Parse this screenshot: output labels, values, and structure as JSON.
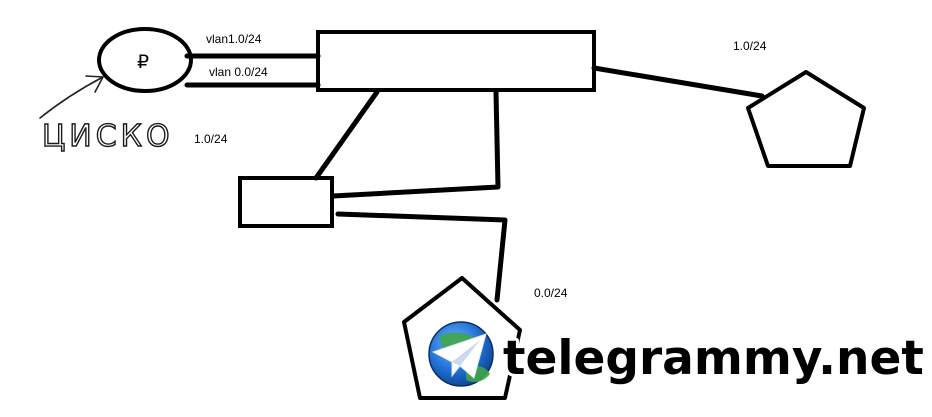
{
  "diagram": {
    "labels": {
      "vlan_upper": "vlan1.0/24",
      "vlan_lower": "vlan 0.0/24",
      "left_subnet": "1.0/24",
      "right_subnet": "1.0/24",
      "bottom_subnet": "0.0/24"
    },
    "handwritten_note": "ЦИСКО",
    "client_mark": "₽"
  },
  "watermark": {
    "text": "telegrammy.net",
    "logo_colors": {
      "globe_blue": "#1f6fd1",
      "globe_green": "#3fa64a",
      "plane": "#ffffff"
    }
  }
}
